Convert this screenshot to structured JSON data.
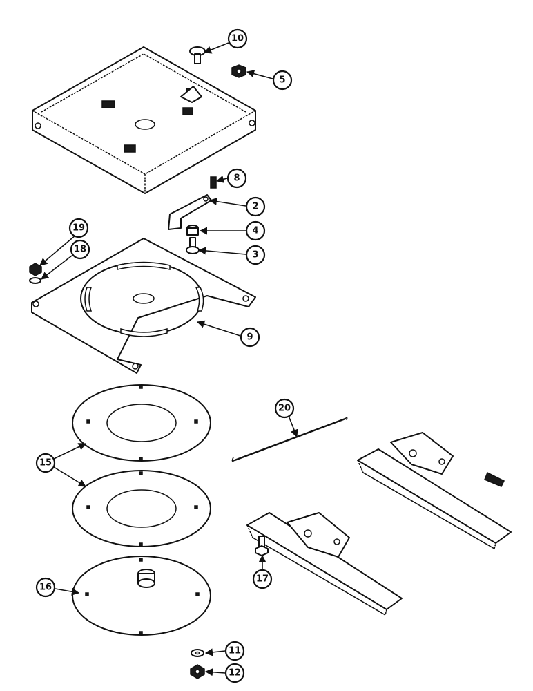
{
  "callouts": {
    "c10": "10",
    "c5": "5",
    "c8": "8",
    "c2": "2",
    "c4": "4",
    "c3": "3",
    "c19": "19",
    "c18": "18",
    "c9": "9",
    "c20": "20",
    "c15": "15",
    "c16": "16",
    "c17": "17",
    "c11": "11",
    "c12": "12"
  }
}
